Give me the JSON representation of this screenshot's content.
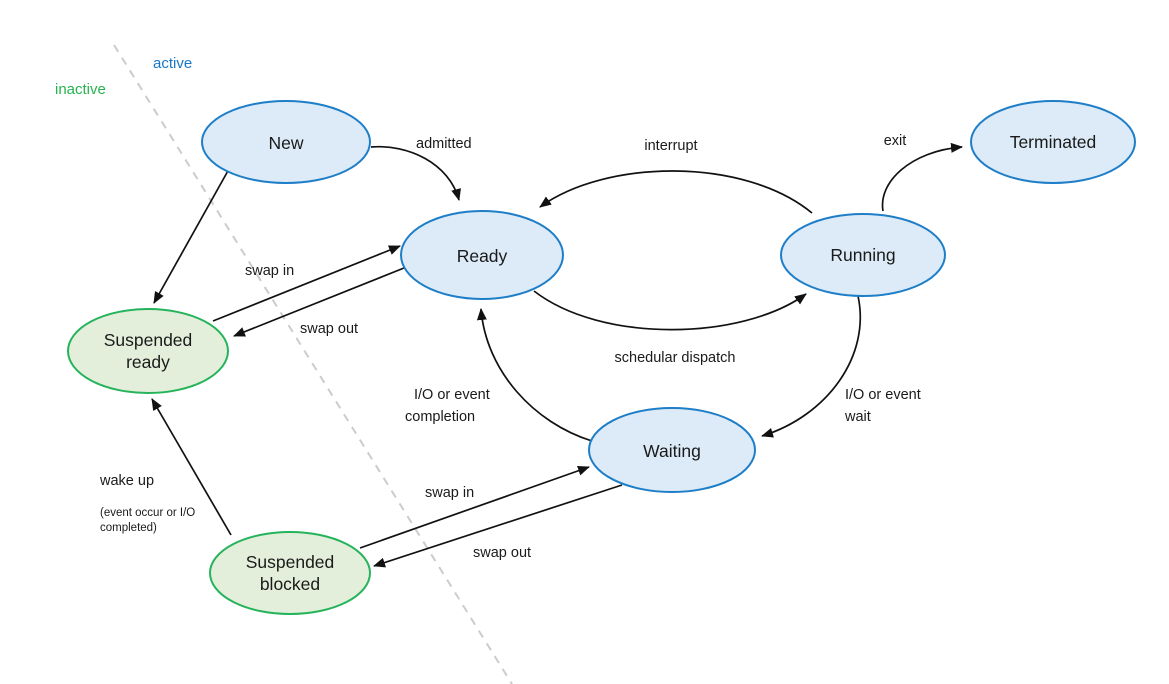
{
  "diagram": {
    "type": "state-diagram",
    "region_labels": {
      "active": "active",
      "inactive": "inactive"
    },
    "states": [
      {
        "id": "new",
        "label": "New",
        "group": "active"
      },
      {
        "id": "ready",
        "label": "Ready",
        "group": "active"
      },
      {
        "id": "running",
        "label": "Running",
        "group": "active"
      },
      {
        "id": "terminated",
        "label": "Terminated",
        "group": "active"
      },
      {
        "id": "waiting",
        "label": "Waiting",
        "group": "active"
      },
      {
        "id": "suspended_ready",
        "label": "Suspended ready",
        "label_lines": [
          "Suspended",
          "ready"
        ],
        "group": "inactive"
      },
      {
        "id": "suspended_blocked",
        "label": "Suspended blocked",
        "label_lines": [
          "Suspended",
          "blocked"
        ],
        "group": "inactive"
      }
    ],
    "transitions": [
      {
        "from": "new",
        "to": "ready",
        "label": "admitted"
      },
      {
        "from": "running",
        "to": "ready",
        "label": "interrupt"
      },
      {
        "from": "ready",
        "to": "running",
        "label": "schedular dispatch"
      },
      {
        "from": "running",
        "to": "terminated",
        "label": "exit"
      },
      {
        "from": "running",
        "to": "waiting",
        "label": "I/O or event wait",
        "label_lines": [
          "I/O or event",
          "wait"
        ]
      },
      {
        "from": "waiting",
        "to": "ready",
        "label": "I/O or event completion",
        "label_lines": [
          "I/O or event",
          "completion"
        ]
      },
      {
        "from": "new",
        "to": "suspended_ready",
        "label": ""
      },
      {
        "from": "suspended_ready",
        "to": "ready",
        "label": "swap in"
      },
      {
        "from": "ready",
        "to": "suspended_ready",
        "label": "swap out"
      },
      {
        "from": "suspended_blocked",
        "to": "waiting",
        "label": "swap in"
      },
      {
        "from": "waiting",
        "to": "suspended_blocked",
        "label": "swap out"
      },
      {
        "from": "suspended_blocked",
        "to": "suspended_ready",
        "label": "wake up",
        "note_lines": [
          "(event occur or I/O",
          "completed)"
        ]
      }
    ],
    "colors": {
      "active_state_fill": "#dcebf7",
      "active_state_border": "#1e7ec8",
      "inactive_state_fill": "#e4efdb",
      "inactive_state_border": "#25b35b",
      "active_label_text": "#1878c8",
      "inactive_label_text": "#27b34f",
      "arrow": "#111111",
      "divider": "#cccccc",
      "label_text": "#1a1a1a"
    }
  }
}
